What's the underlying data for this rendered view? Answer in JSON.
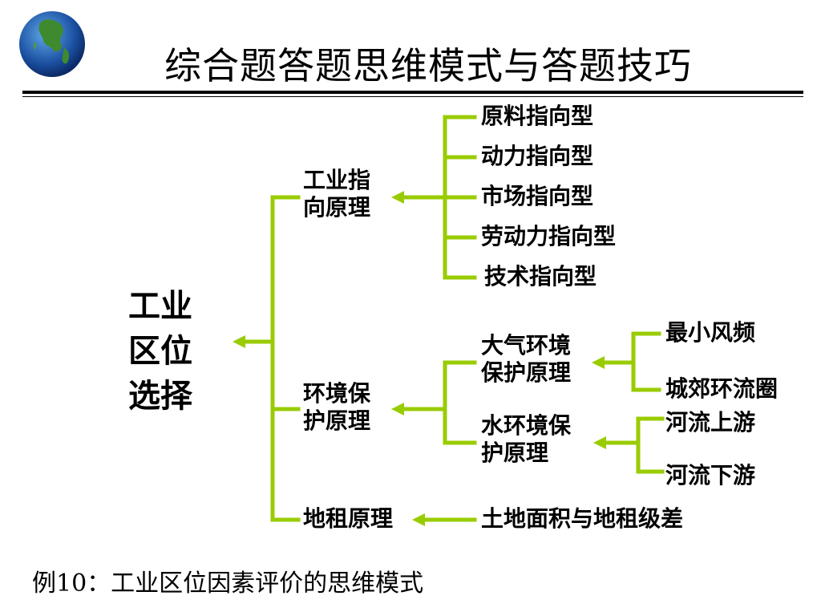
{
  "title": "综合题答题思维模式与答题技巧",
  "root": [
    "工业",
    "区位",
    "选择"
  ],
  "branches": {
    "industry": [
      "工业指",
      "向原理"
    ],
    "environment": [
      "环境保",
      "护原理"
    ],
    "rent": "地租原理"
  },
  "industry_types": [
    "原料指向型",
    "动力指向型",
    "市场指向型",
    "劳动力指向型",
    "技术指向型"
  ],
  "environment_sub": {
    "air": [
      "大气环境",
      "保护原理"
    ],
    "water": [
      "水环境保",
      "护原理"
    ]
  },
  "air_items": [
    "最小风频",
    "城郊环流圈"
  ],
  "water_items": [
    "河流上游",
    "河流下游"
  ],
  "rent_item": "土地面积与地租级差",
  "footer": "例10：工业区位因素评价的思维模式",
  "colors": {
    "connector": "#99cc00"
  }
}
